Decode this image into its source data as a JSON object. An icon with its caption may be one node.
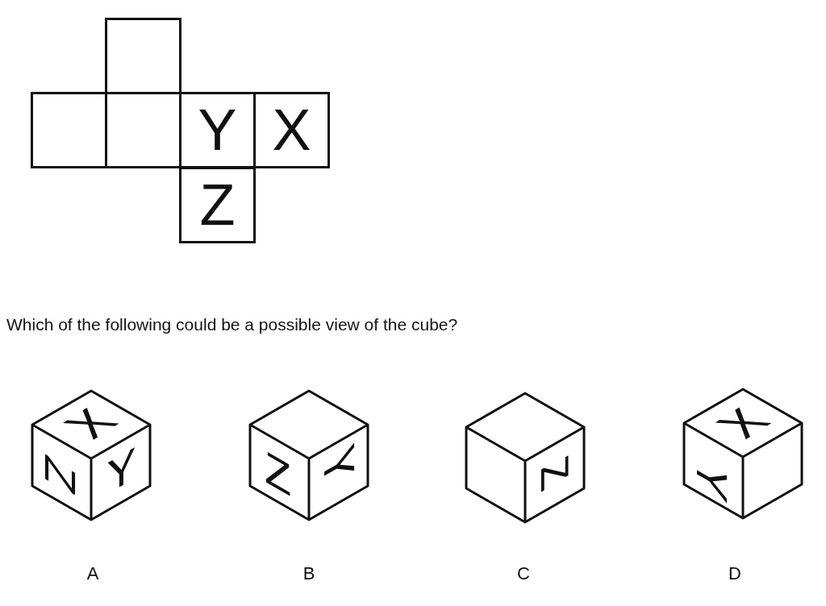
{
  "diagram": {
    "nodes": [
      {
        "text": [],
        "shape": "box"
      },
      {
        "text": [],
        "shape": "box"
      },
      {
        "text": [],
        "shape": "box"
      },
      {
        "text": [
          "Y"
        ]
      },
      {
        "text": [
          "X"
        ]
      },
      {
        "text": [
          "Z"
        ]
      },
      {
        "text": [
          "X",
          "Z",
          "Y"
        ],
        "beside": [
          "A"
        ]
      },
      {
        "text": [
          "Z",
          "Y"
        ],
        "beside": [
          "B"
        ]
      },
      {
        "text": [
          "Z"
        ],
        "beside": [
          "C"
        ]
      },
      {
        "text": [
          "X",
          "Y"
        ],
        "beside": [
          "D"
        ]
      }
    ],
    "labels": [
      "Which of the following could be a possible view of the cube?"
    ]
  }
}
